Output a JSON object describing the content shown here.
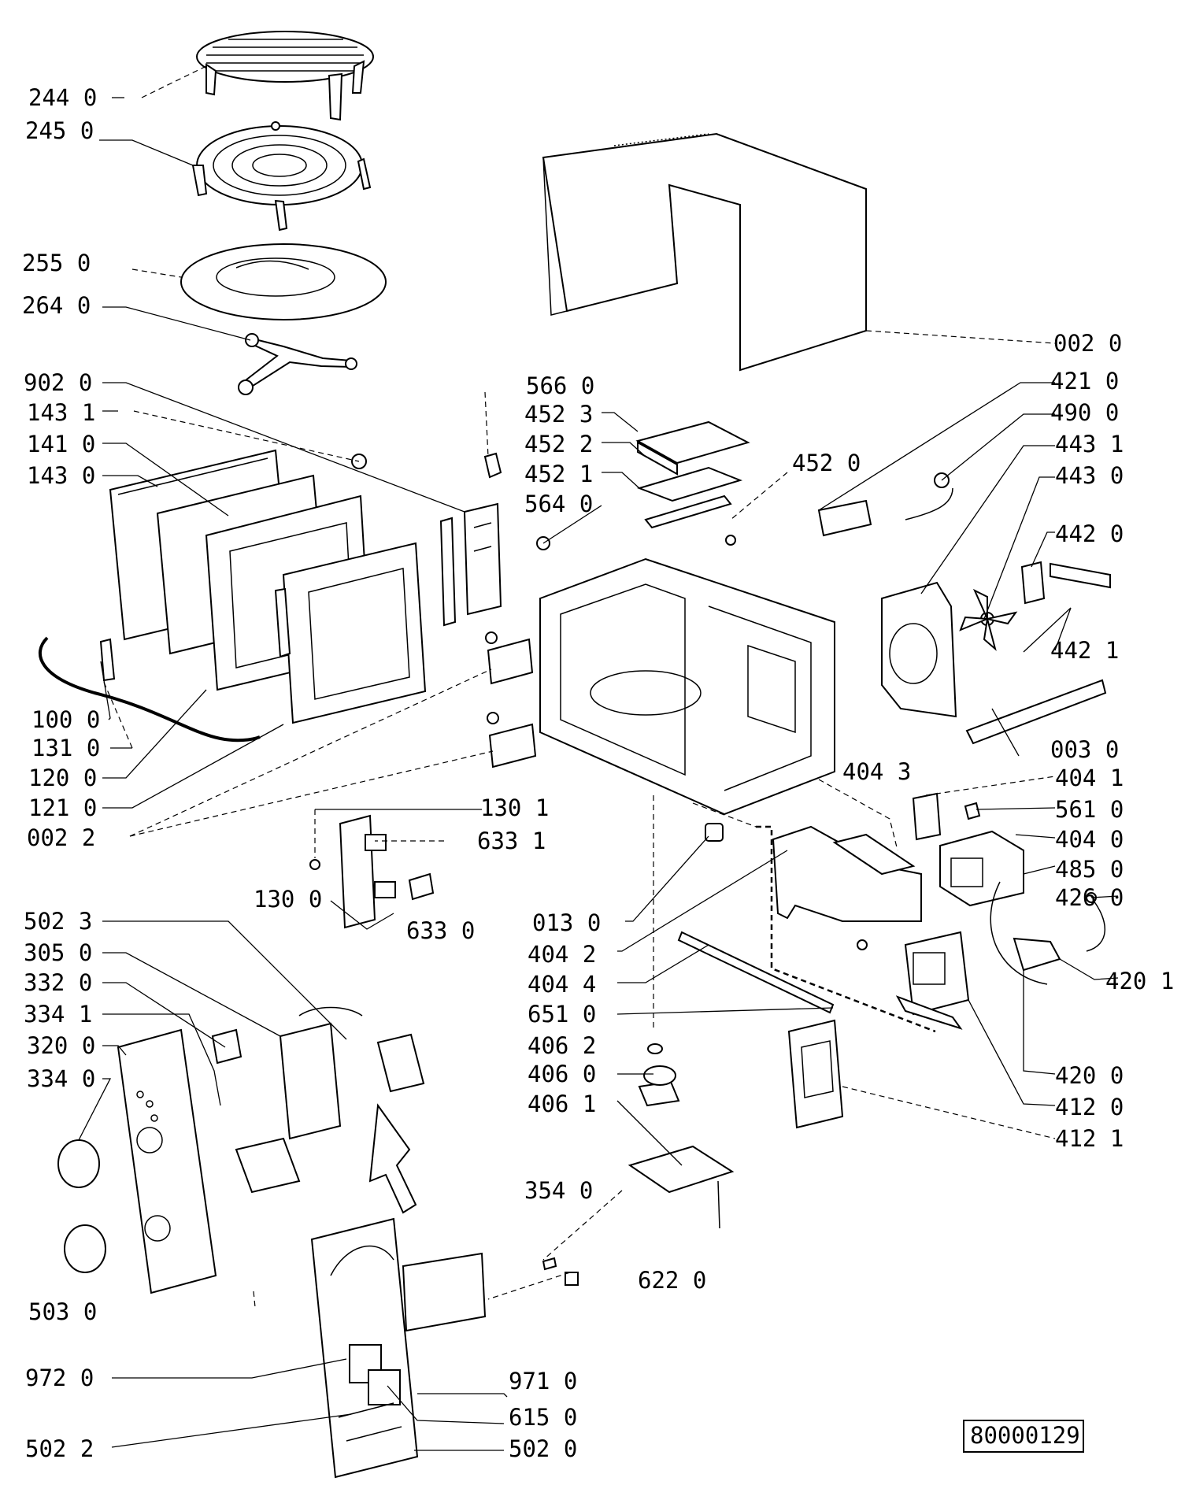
{
  "document_code": "80000129",
  "labels": [
    {
      "id": "244_0",
      "text": "244 0"
    },
    {
      "id": "245_0",
      "text": "245 0"
    },
    {
      "id": "255_0",
      "text": "255 0"
    },
    {
      "id": "264_0",
      "text": "264 0"
    },
    {
      "id": "902_0",
      "text": "902 0"
    },
    {
      "id": "143_1",
      "text": "143 1"
    },
    {
      "id": "141_0",
      "text": "141 0"
    },
    {
      "id": "143_0",
      "text": "143 0"
    },
    {
      "id": "100_0",
      "text": "100 0"
    },
    {
      "id": "131_0",
      "text": "131 0"
    },
    {
      "id": "120_0",
      "text": "120 0"
    },
    {
      "id": "121_0",
      "text": "121 0"
    },
    {
      "id": "002_2",
      "text": "002 2"
    },
    {
      "id": "502_3",
      "text": "502 3"
    },
    {
      "id": "305_0",
      "text": "305 0"
    },
    {
      "id": "332_0",
      "text": "332 0"
    },
    {
      "id": "334_1",
      "text": "334 1"
    },
    {
      "id": "320_0",
      "text": "320 0"
    },
    {
      "id": "334_0",
      "text": "334 0"
    },
    {
      "id": "503_0",
      "text": "503 0"
    },
    {
      "id": "972_0",
      "text": "972 0"
    },
    {
      "id": "502_2",
      "text": "502 2"
    },
    {
      "id": "566_0",
      "text": "566 0"
    },
    {
      "id": "452_3",
      "text": "452 3"
    },
    {
      "id": "452_2",
      "text": "452 2"
    },
    {
      "id": "452_1",
      "text": "452 1"
    },
    {
      "id": "564_0",
      "text": "564 0"
    },
    {
      "id": "452_0",
      "text": "452 0"
    },
    {
      "id": "130_1",
      "text": "130 1"
    },
    {
      "id": "633_1",
      "text": "633 1"
    },
    {
      "id": "130_0",
      "text": "130 0"
    },
    {
      "id": "633_0",
      "text": "633 0"
    },
    {
      "id": "013_0",
      "text": "013 0"
    },
    {
      "id": "404_2",
      "text": "404 2"
    },
    {
      "id": "404_4",
      "text": "404 4"
    },
    {
      "id": "651_0",
      "text": "651 0"
    },
    {
      "id": "406_2",
      "text": "406 2"
    },
    {
      "id": "406_0",
      "text": "406 0"
    },
    {
      "id": "406_1",
      "text": "406 1"
    },
    {
      "id": "354_0",
      "text": "354 0"
    },
    {
      "id": "622_0",
      "text": "622 0"
    },
    {
      "id": "971_0",
      "text": "971 0"
    },
    {
      "id": "615_0",
      "text": "615 0"
    },
    {
      "id": "502_0",
      "text": "502 0"
    },
    {
      "id": "002_0",
      "text": "002 0"
    },
    {
      "id": "421_0",
      "text": "421 0"
    },
    {
      "id": "490_0",
      "text": "490 0"
    },
    {
      "id": "443_1",
      "text": "443 1"
    },
    {
      "id": "443_0",
      "text": "443 0"
    },
    {
      "id": "442_0",
      "text": "442 0"
    },
    {
      "id": "442_1",
      "text": "442 1"
    },
    {
      "id": "003_0",
      "text": "003 0"
    },
    {
      "id": "404_3",
      "text": "404 3"
    },
    {
      "id": "404_1",
      "text": "404 1"
    },
    {
      "id": "561_0",
      "text": "561 0"
    },
    {
      "id": "404_0",
      "text": "404 0"
    },
    {
      "id": "485_0",
      "text": "485 0"
    },
    {
      "id": "426_0",
      "text": "426 0"
    },
    {
      "id": "420_1",
      "text": "420 1"
    },
    {
      "id": "420_0",
      "text": "420 0"
    },
    {
      "id": "412_0",
      "text": "412 0"
    },
    {
      "id": "412_1",
      "text": "412 1"
    }
  ]
}
